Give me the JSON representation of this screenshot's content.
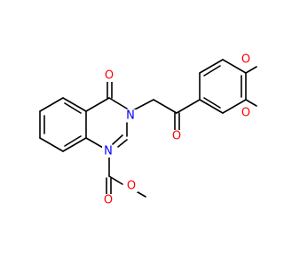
{
  "colors": {
    "background": "#ffffff",
    "bond": "#000000",
    "oxygen": "#ff0000",
    "nitrogen": "#0000ff"
  },
  "atoms": {
    "o_ketone_ring": "O",
    "n_ring_2": "N",
    "n_ring_3": "N",
    "o_acyl": "O",
    "o_dioxane_upper": "O",
    "o_dioxane_lower": "O",
    "o_ester_carbonyl": "O",
    "o_ester_ether": "O"
  }
}
